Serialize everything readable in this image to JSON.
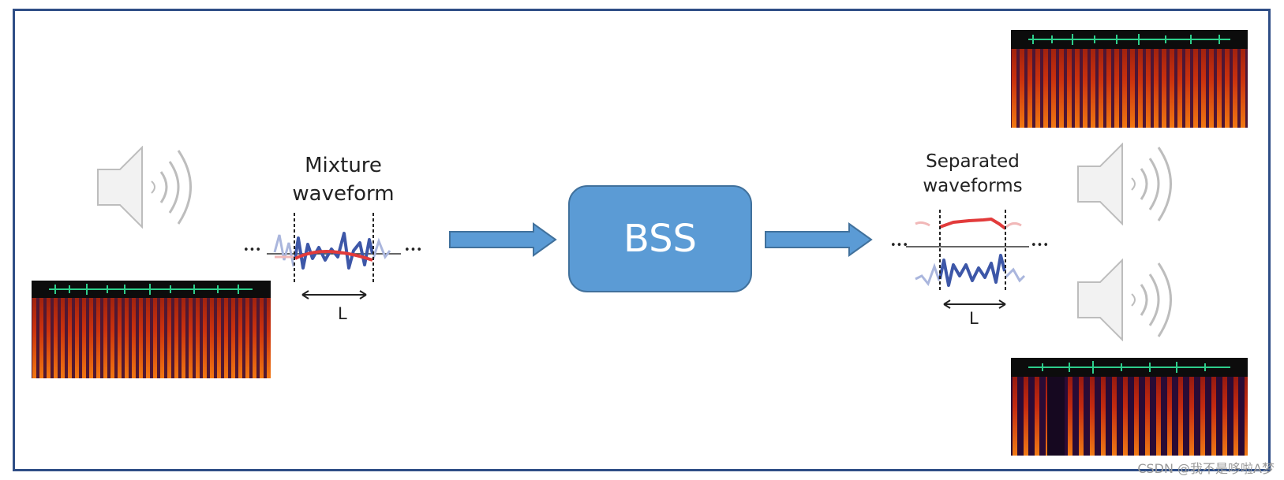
{
  "mixture_caption": {
    "line1": "Mixture",
    "line2": "waveform"
  },
  "separated_caption": {
    "line1": "Separated",
    "line2": "waveforms"
  },
  "block_label": "BSS",
  "window_label_left": "L",
  "window_label_right": "L",
  "ellipsis": "•••",
  "watermark": "CSDN @我不是哆啦A梦",
  "colors": {
    "frame": "#2f4e86",
    "arrow": "#5b9bd5",
    "block": "#5b9bd5",
    "wave_blue": "#3d57a8",
    "wave_red": "#e23b3b"
  }
}
